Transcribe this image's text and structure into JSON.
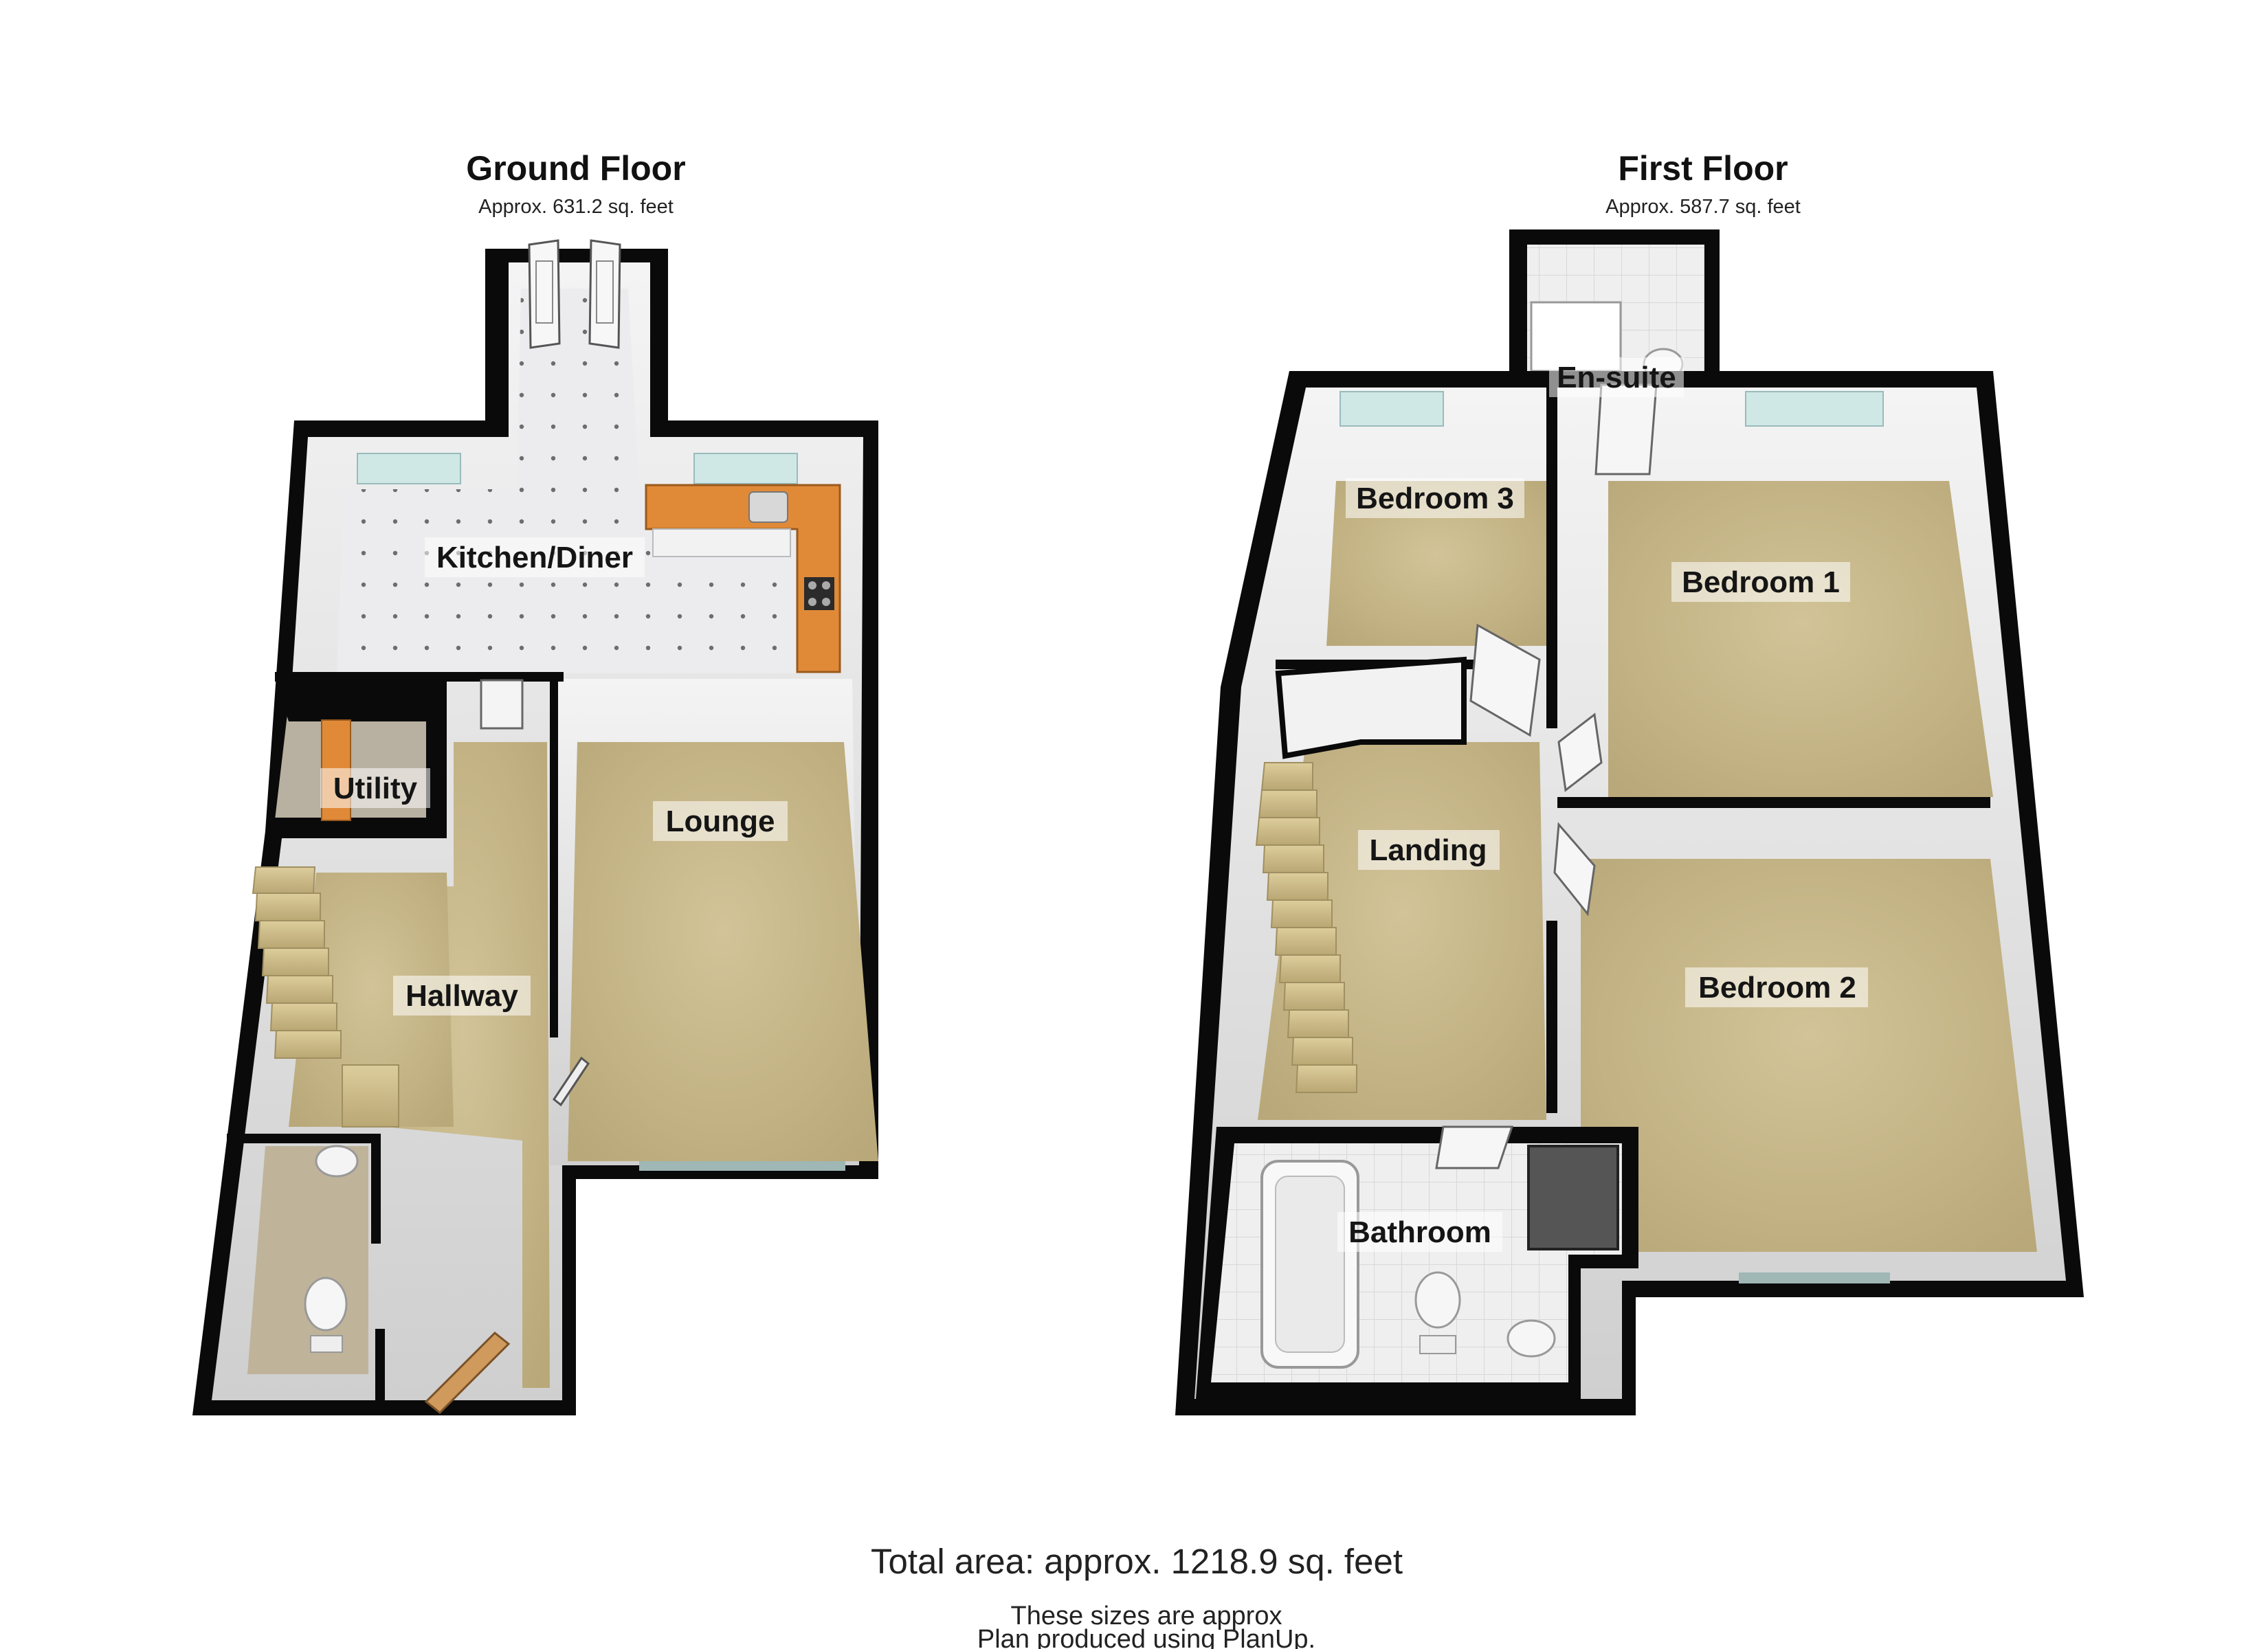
{
  "ground_floor": {
    "title": "Ground Floor",
    "area": "Approx. 631.2 sq. feet",
    "rooms": {
      "kitchen_diner": "Kitchen/Diner",
      "utility": "Utility",
      "lounge": "Lounge",
      "hallway": "Hallway"
    }
  },
  "first_floor": {
    "title": "First Floor",
    "area": "Approx. 587.7 sq. feet",
    "rooms": {
      "en_suite": "En-suite",
      "bedroom_3": "Bedroom 3",
      "bedroom_1": "Bedroom 1",
      "landing": "Landing",
      "bedroom_2": "Bedroom 2",
      "bathroom": "Bathroom"
    }
  },
  "footer": {
    "total_area": "Total area: approx. 1218.9 sq. feet",
    "note_sizes": "These sizes are approx",
    "note_plan": "Plan produced using PlanUp."
  },
  "colors": {
    "wall": "#0a0a0a",
    "wall_face": "#e4e4e4",
    "carpet": "#c8b98c",
    "tile": "#e9e9ea",
    "counter": "#e08a38",
    "window": "#cfe8e6"
  }
}
